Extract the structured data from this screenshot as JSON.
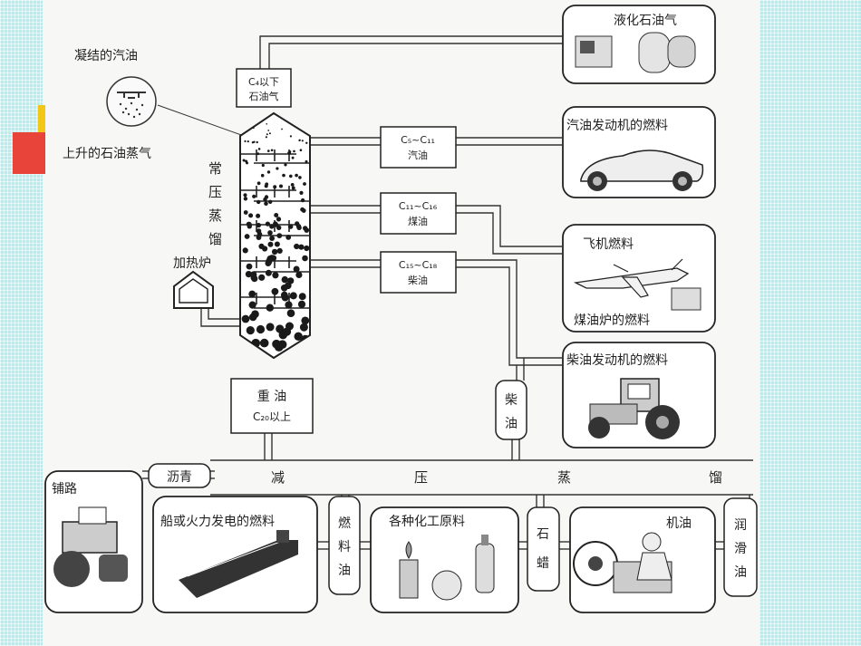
{
  "labels": {
    "condensed_gasoline": "凝结的汽油",
    "rising_vapor": "上升的石油蒸气",
    "column_name": [
      "常",
      "压",
      "蒸",
      "馏"
    ],
    "furnace": "加热炉",
    "c4_line1": "C₄以下",
    "c4_line2": "石油气",
    "gasoline_formula": "C₅~C₁₁",
    "gasoline_name": "汽油",
    "kerosene_formula": "C₁₁~C₁₆",
    "kerosene_name": "煤油",
    "diesel_formula": "C₁₅~C₁₈",
    "diesel_name": "柴油",
    "heavy_oil_name": "重 油",
    "heavy_oil_formula": "C₂₀以上",
    "diesel_vertical": [
      "柴",
      "油"
    ],
    "asphalt": "沥青",
    "vacuum": [
      "减",
      "压",
      "蒸",
      "馏"
    ],
    "lpg": "液化石油气",
    "gasoline_engine": "汽油发动机的燃料",
    "aircraft_fuel": "飞机燃料",
    "kerosene_stove": "煤油炉的燃料",
    "diesel_engine": "柴油发动机的燃料",
    "paving": "铺路",
    "ship_fuel": "船或火力发电的燃料",
    "fuel_oil": [
      "燃",
      "料",
      "油"
    ],
    "chemical_feedstock": "各种化工原料",
    "paraffin": [
      "石",
      "蜡"
    ],
    "engine_oil": "机油",
    "lubricant": [
      "润",
      "滑",
      "油"
    ]
  },
  "colors": {
    "frame_bg": "#b8ecec",
    "accent_red": "#e8443a",
    "accent_yellow": "#f2c718",
    "line": "#333333"
  }
}
